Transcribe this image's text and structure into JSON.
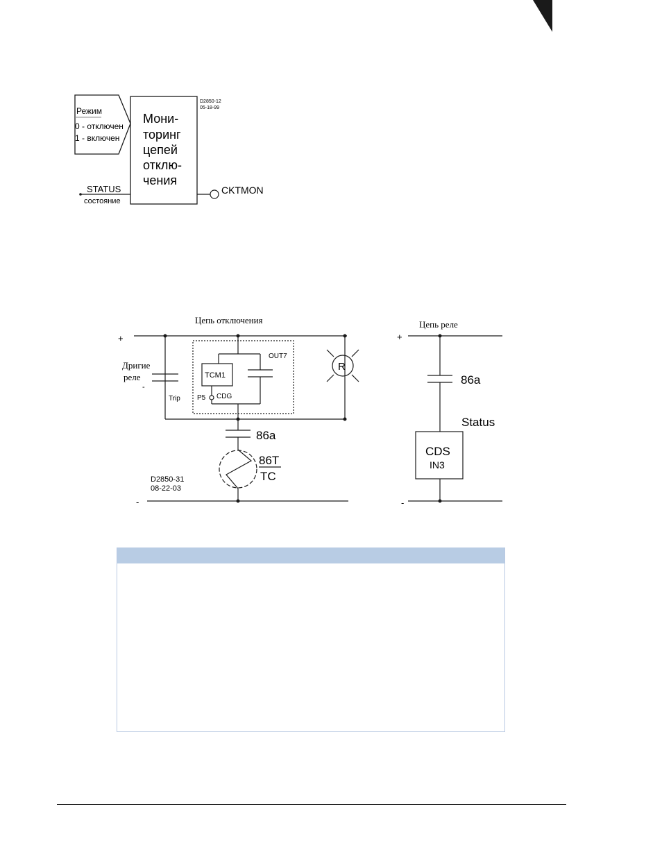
{
  "colors": {
    "corner": "#1a1a1a",
    "table_header": "#b8cce4",
    "table_border": "#b8c9e2",
    "line": "#1a1a1a"
  },
  "figure1": {
    "input_label": "Режим",
    "option_0": "0 - отключен",
    "option_1": "1 - включен",
    "status_label": "STATUS",
    "status_sub": "состояние",
    "block_lines": [
      "Мони-",
      "торинг",
      "цепей",
      "отклю-",
      "чения"
    ],
    "output_label": "CKTMON",
    "drawing_id": "D2850-12",
    "drawing_date": "05-18-99"
  },
  "figure2": {
    "trip_title": "Цепь отключения",
    "relay_title": "Цепь реле",
    "plus": "+",
    "minus": "-",
    "other_relays_1": "Дригие",
    "other_relays_2": "реле",
    "trip": "Trip",
    "out7": "OUT7",
    "tcm": "TCM1",
    "p5": "P5",
    "cdg": "CDG",
    "lamp": "R",
    "contact_86a": "86a",
    "coil_86t": "86T",
    "coil_tc": "TC",
    "status": "Status",
    "cds": "CDS",
    "in3": "IN3",
    "drawing_id": "D2850-31",
    "drawing_date": "08-22-03"
  }
}
